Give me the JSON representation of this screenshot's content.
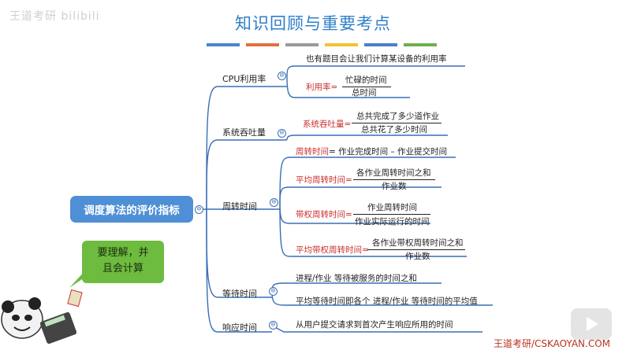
{
  "header": {
    "title": "知识回顾与重要考点",
    "logo_text": "王道考研 bilibili",
    "bar_colors": [
      "#4a86c8",
      "#e0723c",
      "#9a9a9a",
      "#f2c230",
      "#4a7fc4",
      "#6db04a"
    ]
  },
  "root": {
    "label": "调度算法的评价指标"
  },
  "branches": {
    "cpu": {
      "label": "CPU利用率",
      "note": "也有题目会让我们计算某设备的利用率",
      "formula_name": "利用率=",
      "numerator": "忙碌的时间",
      "denominator": "总时间"
    },
    "throughput": {
      "label": "系统吞吐量",
      "formula_name": "系统吞吐量=",
      "numerator": "总共完成了多少道作业",
      "denominator": "总共花了多少时间"
    },
    "turnaround": {
      "label": "周转时间",
      "def_name": "周转时间",
      "def_text": "= 作业完成时间 – 作业提交时间",
      "avg_name": "平均周转时间=",
      "avg_num": "各作业周转时间之和",
      "avg_den": "作业数",
      "weighted_name": "带权周转时间=",
      "weighted_num": "作业周转时间",
      "weighted_den": "作业实际运行的时间",
      "avg_weighted_name": "平均带权周转时间=",
      "avg_weighted_num": "各作业带权周转时间之和",
      "avg_weighted_den": "作业数"
    },
    "waiting": {
      "label": "等待时间",
      "item1": "进程/作业 等待被服务的时间之和",
      "item2": "平均等待时间即各个 进程/作业 等待时间的平均值"
    },
    "response": {
      "label": "响应时间",
      "item1": "从用户提交请求到首次产生响应所用的时间"
    }
  },
  "bubble": {
    "line1": "要理解，并",
    "line2": "且会计算"
  },
  "collapse_symbol": "⊖",
  "watermark": "王道考研/CSKAOYAN.COM"
}
